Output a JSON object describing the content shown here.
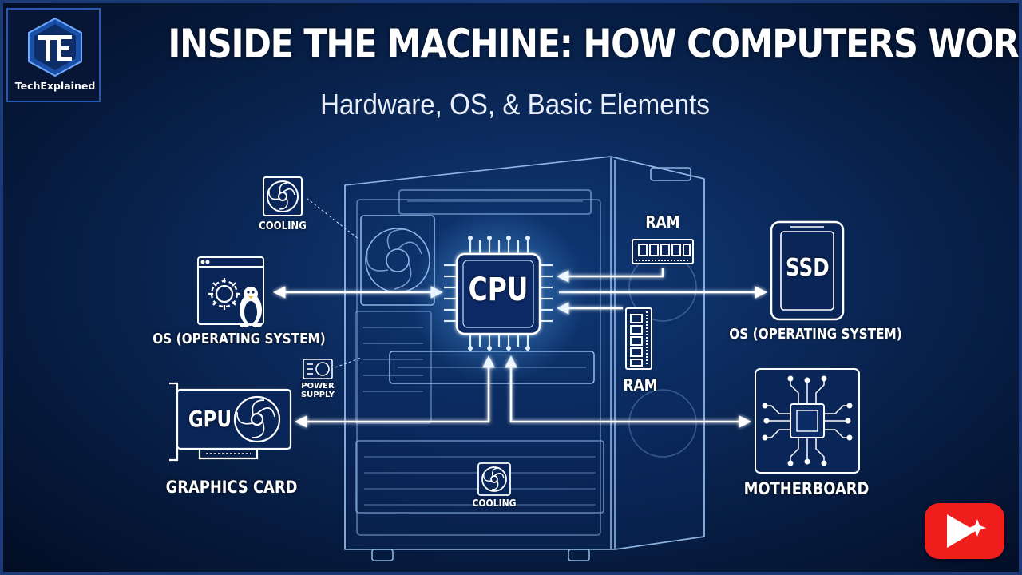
{
  "brand": {
    "name": "TechExplained",
    "monogram": "TE"
  },
  "header": {
    "title": "INSIDE THE MACHINE: HOW COMPUTERS WORK",
    "subtitle": "Hardware, OS, & Basic Elements"
  },
  "components": {
    "cpu": "CPU",
    "gpu": "GPU",
    "ssd": "SSD",
    "cooling_top": "COOLING",
    "cooling_bottom": "COOLING",
    "os_left": "OS (OPERATING SYSTEM)",
    "os_right": "OS (OPERATING SYSTEM)",
    "ram_top": "RAM",
    "ram_bottom": "RAM",
    "power_supply_line1": "POWER",
    "power_supply_line2": "SUPPLY",
    "graphics_card": "GRAPHICS CARD",
    "motherboard": "MOTHERBOARD"
  },
  "colors": {
    "background": "#0b2a5c",
    "line": "#cfe4ff",
    "arrow": "#ffffff",
    "youtube": "#f01d1d"
  },
  "icons": [
    "fan-icon",
    "gear-icon",
    "penguin-icon",
    "cpu-chip-icon",
    "ram-stick-icon",
    "ssd-icon",
    "gpu-card-icon",
    "power-supply-icon",
    "motherboard-chip-icon",
    "play-icon"
  ]
}
